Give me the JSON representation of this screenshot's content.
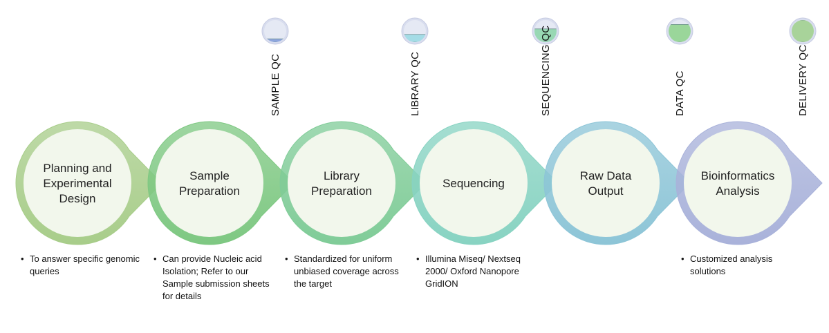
{
  "stages": [
    {
      "label_lines": [
        "Planning and",
        "Experimental",
        "Design"
      ],
      "note": "To answer specific genomic queries",
      "color": "#a8cd8a"
    },
    {
      "label_lines": [
        "Sample",
        "Preparation"
      ],
      "note": "Can provide Nucleic acid Isolation; Refer to our Sample submission sheets for details",
      "color": "#7ec882"
    },
    {
      "label_lines": [
        "Library",
        "Preparation"
      ],
      "note": "Standardized for uniform unbiased coverage across the target",
      "color": "#80cc98"
    },
    {
      "label_lines": [
        "Sequencing"
      ],
      "note": "Illumina Miseq/ Nextseq 2000/ Oxford Nanopore GridION",
      "color": "#88d3c2"
    },
    {
      "label_lines": [
        "Raw Data",
        "Output"
      ],
      "note": "",
      "color": "#8dc5d7"
    },
    {
      "label_lines": [
        "Bioinformatics",
        "Analysis"
      ],
      "note": "Customized analysis solutions",
      "color": "#a9b2da"
    }
  ],
  "qc_checkpoints": [
    {
      "label": "SAMPLE QC",
      "fill_level": 0.15,
      "fill_color": "#8ea6de"
    },
    {
      "label": "LIBRARY QC",
      "fill_level": 0.35,
      "fill_color": "#a4dce6"
    },
    {
      "label": "SEQUENCING QC",
      "fill_level": 0.6,
      "fill_color": "#98d8b4"
    },
    {
      "label": "DATA QC",
      "fill_level": 0.8,
      "fill_color": "#9ad69a"
    },
    {
      "label": "DELIVERY QC",
      "fill_level": 1.0,
      "fill_color": "#a8d39a"
    }
  ],
  "colors": {
    "circle_fill": "#f2f7ec",
    "qc_circle_fill": "#d8ddee"
  }
}
